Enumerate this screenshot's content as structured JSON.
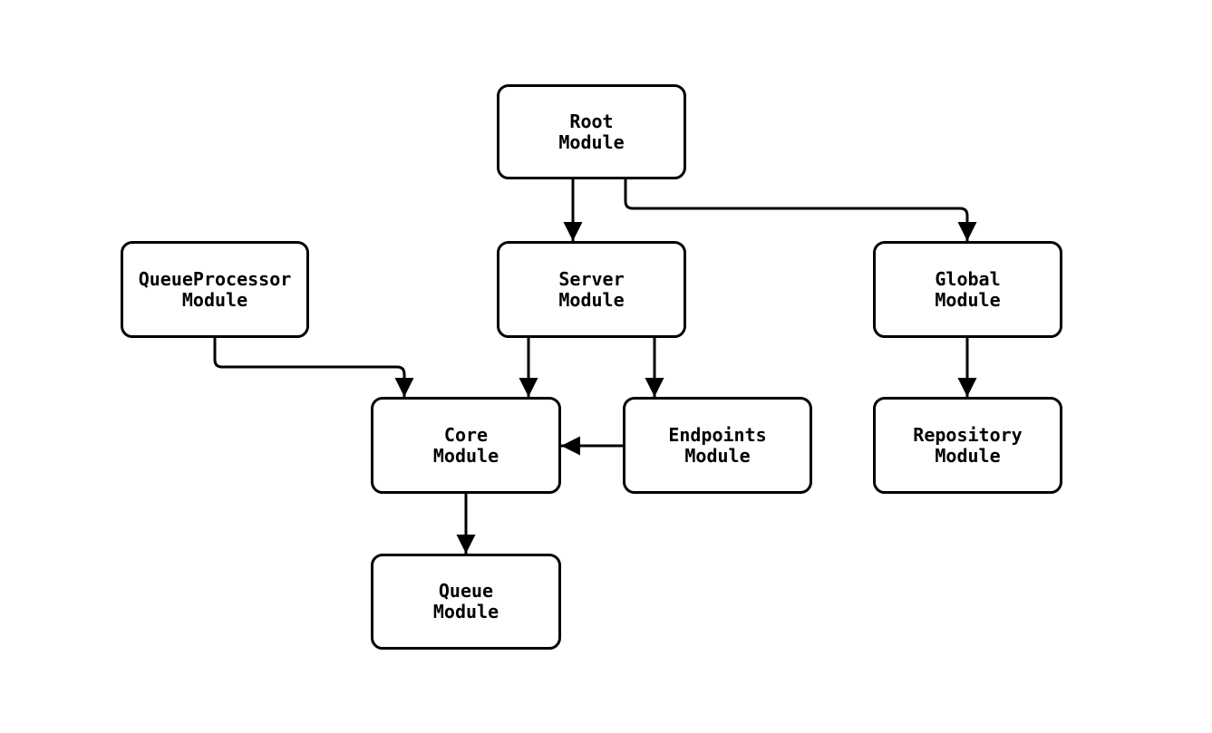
{
  "diagram": {
    "type": "module-dependency-flowchart",
    "colors": {
      "background": "#ffffff",
      "node_fill": "#ffffff",
      "node_border": "#000000",
      "edge": "#000000",
      "text": "#000000"
    },
    "nodes": {
      "root": {
        "label": "Root\nModule"
      },
      "queue_processor": {
        "label": "QueueProcessor\nModule"
      },
      "server": {
        "label": "Server\nModule"
      },
      "global": {
        "label": "Global\nModule"
      },
      "core": {
        "label": "Core\nModule"
      },
      "endpoints": {
        "label": "Endpoints\nModule"
      },
      "repository": {
        "label": "Repository\nModule"
      },
      "queue": {
        "label": "Queue\nModule"
      }
    },
    "edges": [
      {
        "from": "Root Module",
        "to": "Server Module"
      },
      {
        "from": "Root Module",
        "to": "Global Module"
      },
      {
        "from": "QueueProcessor Module",
        "to": "Core Module"
      },
      {
        "from": "Server Module",
        "to": "Core Module"
      },
      {
        "from": "Server Module",
        "to": "Endpoints Module"
      },
      {
        "from": "Endpoints Module",
        "to": "Core Module"
      },
      {
        "from": "Global Module",
        "to": "Repository Module"
      },
      {
        "from": "Core Module",
        "to": "Queue Module"
      }
    ]
  }
}
